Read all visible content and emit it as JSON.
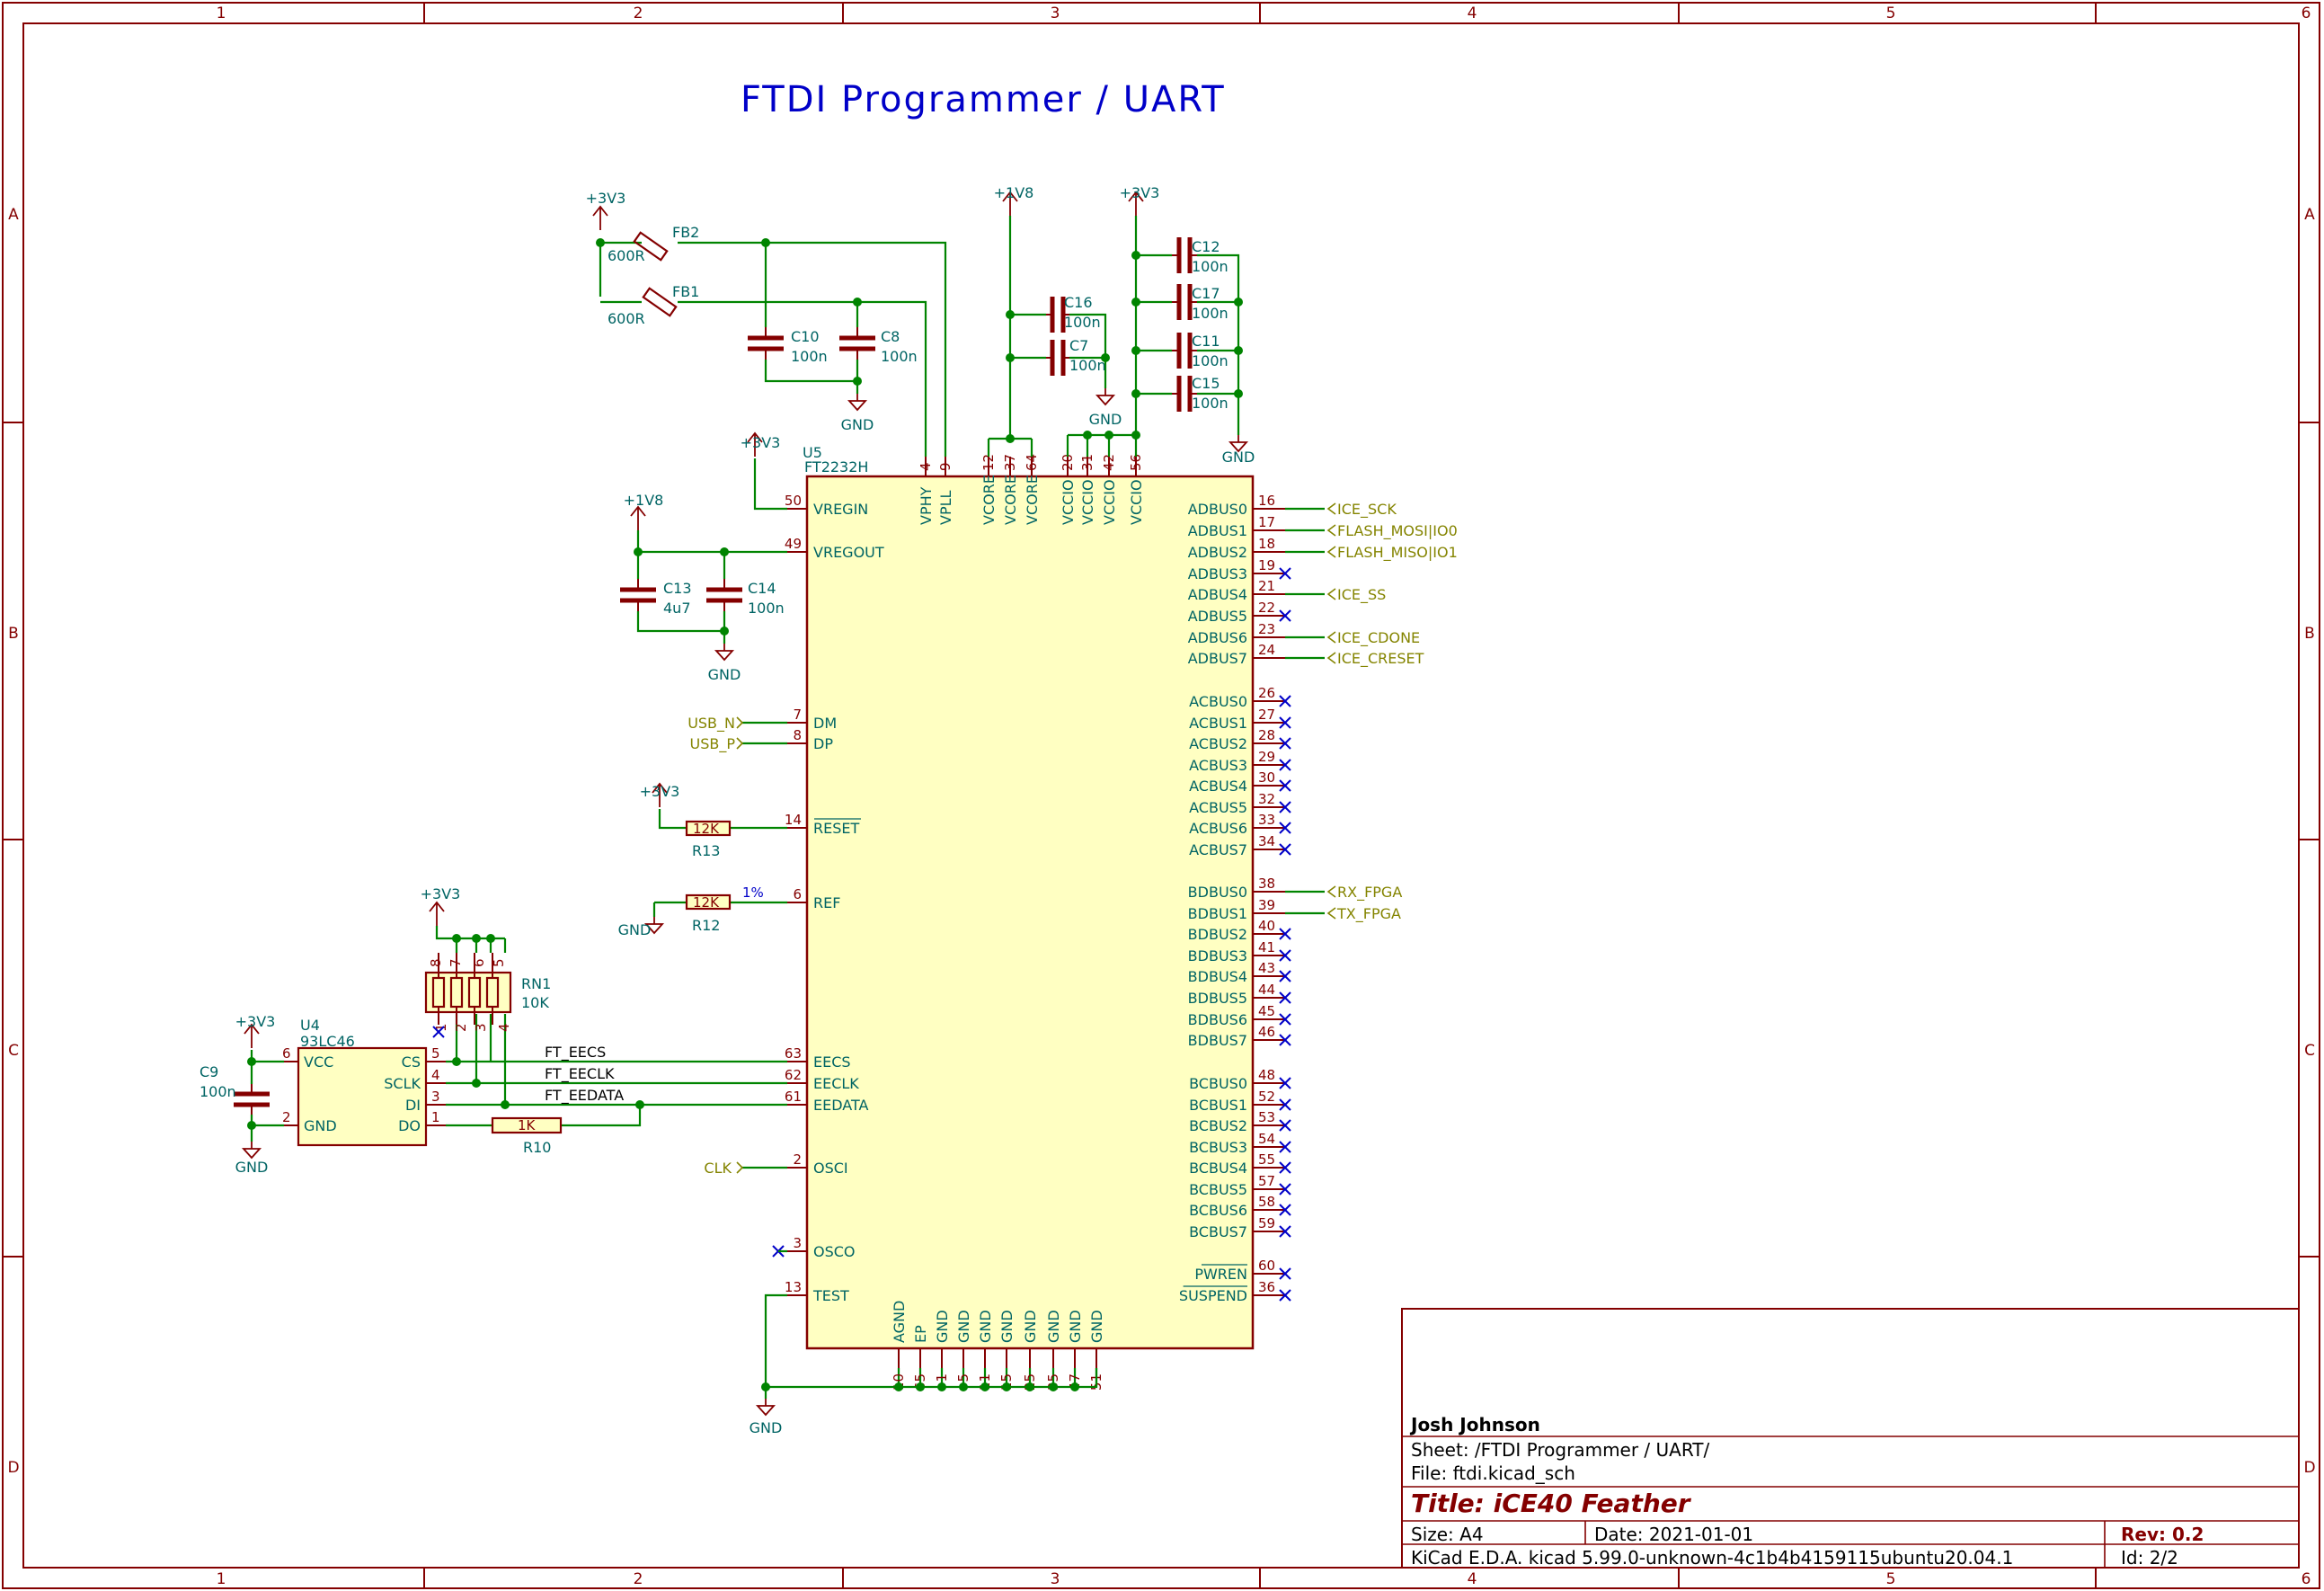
{
  "sheet_title": "FTDI Programmer  / UART",
  "note_1pct": "1%",
  "frame": {
    "cols": [
      "1",
      "2",
      "3",
      "4",
      "5",
      "6"
    ],
    "rows": [
      "A",
      "B",
      "C",
      "D"
    ]
  },
  "title_block": {
    "author": "Josh Johnson",
    "sheet": "Sheet: /FTDI Programmer / UART/",
    "file": "File: ftdi.kicad_sch",
    "title": "Title: iCE40 Feather",
    "size": "Size: A4",
    "date": "Date: 2021-01-01",
    "rev": "Rev: 0.2",
    "tool": "KiCad E.D.A.  kicad 5.99.0-unknown-4c1b4b4159115ubuntu20.04.1",
    "id": "Id: 2/2"
  },
  "power": {
    "p3v3": "+3V3",
    "p1v8": "+1V8",
    "gnd": "GND"
  },
  "u5": {
    "ref": "U5",
    "value": "FT2232H",
    "left_pins": [
      {
        "num": "50",
        "name": "VREGIN"
      },
      {
        "num": "49",
        "name": "VREGOUT"
      },
      {
        "num": "7",
        "name": "DM"
      },
      {
        "num": "8",
        "name": "DP"
      },
      {
        "num": "14",
        "name": "RESET"
      },
      {
        "num": "6",
        "name": "REF"
      },
      {
        "num": "63",
        "name": "EECS"
      },
      {
        "num": "62",
        "name": "EECLK"
      },
      {
        "num": "61",
        "name": "EEDATA"
      },
      {
        "num": "2",
        "name": "OSCI"
      },
      {
        "num": "3",
        "name": "OSCO"
      },
      {
        "num": "13",
        "name": "TEST"
      }
    ],
    "top_pins": [
      {
        "num": "4",
        "name": "VPHY"
      },
      {
        "num": "9",
        "name": "VPLL"
      },
      {
        "num": "12",
        "name": "VCORE"
      },
      {
        "num": "37",
        "name": "VCORE"
      },
      {
        "num": "64",
        "name": "VCORE"
      },
      {
        "num": "20",
        "name": "VCCIO"
      },
      {
        "num": "31",
        "name": "VCCIO"
      },
      {
        "num": "42",
        "name": "VCCIO"
      },
      {
        "num": "56",
        "name": "VCCIO"
      }
    ],
    "bottom_pins": [
      {
        "num": "10",
        "name": "AGND"
      },
      {
        "num": "65",
        "name": "EP"
      },
      {
        "num": "1",
        "name": "GND"
      },
      {
        "num": "5",
        "name": "GND"
      },
      {
        "num": "11",
        "name": "GND"
      },
      {
        "num": "15",
        "name": "GND"
      },
      {
        "num": "25",
        "name": "GND"
      },
      {
        "num": "35",
        "name": "GND"
      },
      {
        "num": "47",
        "name": "GND"
      },
      {
        "num": "51",
        "name": "GND"
      }
    ],
    "right_pins": [
      {
        "num": "16",
        "name": "ADBUS0",
        "label": "ICE_SCK"
      },
      {
        "num": "17",
        "name": "ADBUS1",
        "label": "FLASH_MOSI|IO0"
      },
      {
        "num": "18",
        "name": "ADBUS2",
        "label": "FLASH_MISO|IO1"
      },
      {
        "num": "19",
        "name": "ADBUS3",
        "label": ""
      },
      {
        "num": "21",
        "name": "ADBUS4",
        "label": "ICE_SS"
      },
      {
        "num": "22",
        "name": "ADBUS5",
        "label": ""
      },
      {
        "num": "23",
        "name": "ADBUS6",
        "label": "ICE_CDONE"
      },
      {
        "num": "24",
        "name": "ADBUS7",
        "label": "ICE_CRESET"
      },
      {
        "num": "26",
        "name": "ACBUS0",
        "label": ""
      },
      {
        "num": "27",
        "name": "ACBUS1",
        "label": ""
      },
      {
        "num": "28",
        "name": "ACBUS2",
        "label": ""
      },
      {
        "num": "29",
        "name": "ACBUS3",
        "label": ""
      },
      {
        "num": "30",
        "name": "ACBUS4",
        "label": ""
      },
      {
        "num": "32",
        "name": "ACBUS5",
        "label": ""
      },
      {
        "num": "33",
        "name": "ACBUS6",
        "label": ""
      },
      {
        "num": "34",
        "name": "ACBUS7",
        "label": ""
      },
      {
        "num": "38",
        "name": "BDBUS0",
        "label": "RX_FPGA"
      },
      {
        "num": "39",
        "name": "BDBUS1",
        "label": "TX_FPGA"
      },
      {
        "num": "40",
        "name": "BDBUS2",
        "label": ""
      },
      {
        "num": "41",
        "name": "BDBUS3",
        "label": ""
      },
      {
        "num": "43",
        "name": "BDBUS4",
        "label": ""
      },
      {
        "num": "44",
        "name": "BDBUS5",
        "label": ""
      },
      {
        "num": "45",
        "name": "BDBUS6",
        "label": ""
      },
      {
        "num": "46",
        "name": "BDBUS7",
        "label": ""
      },
      {
        "num": "48",
        "name": "BCBUS0",
        "label": ""
      },
      {
        "num": "52",
        "name": "BCBUS1",
        "label": ""
      },
      {
        "num": "53",
        "name": "BCBUS2",
        "label": ""
      },
      {
        "num": "54",
        "name": "BCBUS3",
        "label": ""
      },
      {
        "num": "55",
        "name": "BCBUS4",
        "label": ""
      },
      {
        "num": "57",
        "name": "BCBUS5",
        "label": ""
      },
      {
        "num": "58",
        "name": "BCBUS6",
        "label": ""
      },
      {
        "num": "59",
        "name": "BCBUS7",
        "label": ""
      },
      {
        "num": "60",
        "name": "PWREN",
        "label": ""
      },
      {
        "num": "36",
        "name": "SUSPEND",
        "label": ""
      }
    ]
  },
  "u4": {
    "ref": "U4",
    "value": "93LC46",
    "pins": [
      {
        "num": "6",
        "name": "VCC"
      },
      {
        "num": "2",
        "name": "GND"
      },
      {
        "num": "5",
        "name": "CS"
      },
      {
        "num": "4",
        "name": "SCLK"
      },
      {
        "num": "3",
        "name": "DI"
      },
      {
        "num": "1",
        "name": "DO"
      }
    ]
  },
  "rn1": {
    "ref": "RN1",
    "value": "10K",
    "pins": [
      "8",
      "7",
      "6",
      "5",
      "1",
      "2",
      "3",
      "4"
    ]
  },
  "resistors": {
    "r13": {
      "ref": "R13",
      "value": "12K"
    },
    "r12": {
      "ref": "R12",
      "value": "12K"
    },
    "r10": {
      "ref": "R10",
      "value": "1K"
    }
  },
  "ferrites": {
    "fb2": {
      "ref": "FB2",
      "value": "600R"
    },
    "fb1": {
      "ref": "FB1",
      "value": "600R"
    }
  },
  "caps": {
    "c10": {
      "ref": "C10",
      "value": "100n"
    },
    "c8": {
      "ref": "C8",
      "value": "100n"
    },
    "c16": {
      "ref": "C16",
      "value": "100n"
    },
    "c7": {
      "ref": "C7",
      "value": "100n"
    },
    "c12": {
      "ref": "C12",
      "value": "100n"
    },
    "c17": {
      "ref": "C17",
      "value": "100n"
    },
    "c11": {
      "ref": "C11",
      "value": "100n"
    },
    "c15": {
      "ref": "C15",
      "value": "100n"
    },
    "c13": {
      "ref": "C13",
      "value": "4u7"
    },
    "c14": {
      "ref": "C14",
      "value": "100n"
    },
    "c9": {
      "ref": "C9",
      "value": "100n"
    }
  },
  "nets": {
    "usb_n": "USB_N",
    "usb_p": "USB_P",
    "clk": "CLK",
    "ft_eecs": "FT_EECS",
    "ft_eeclk": "FT_EECLK",
    "ft_eedata": "FT_EEDATA"
  }
}
